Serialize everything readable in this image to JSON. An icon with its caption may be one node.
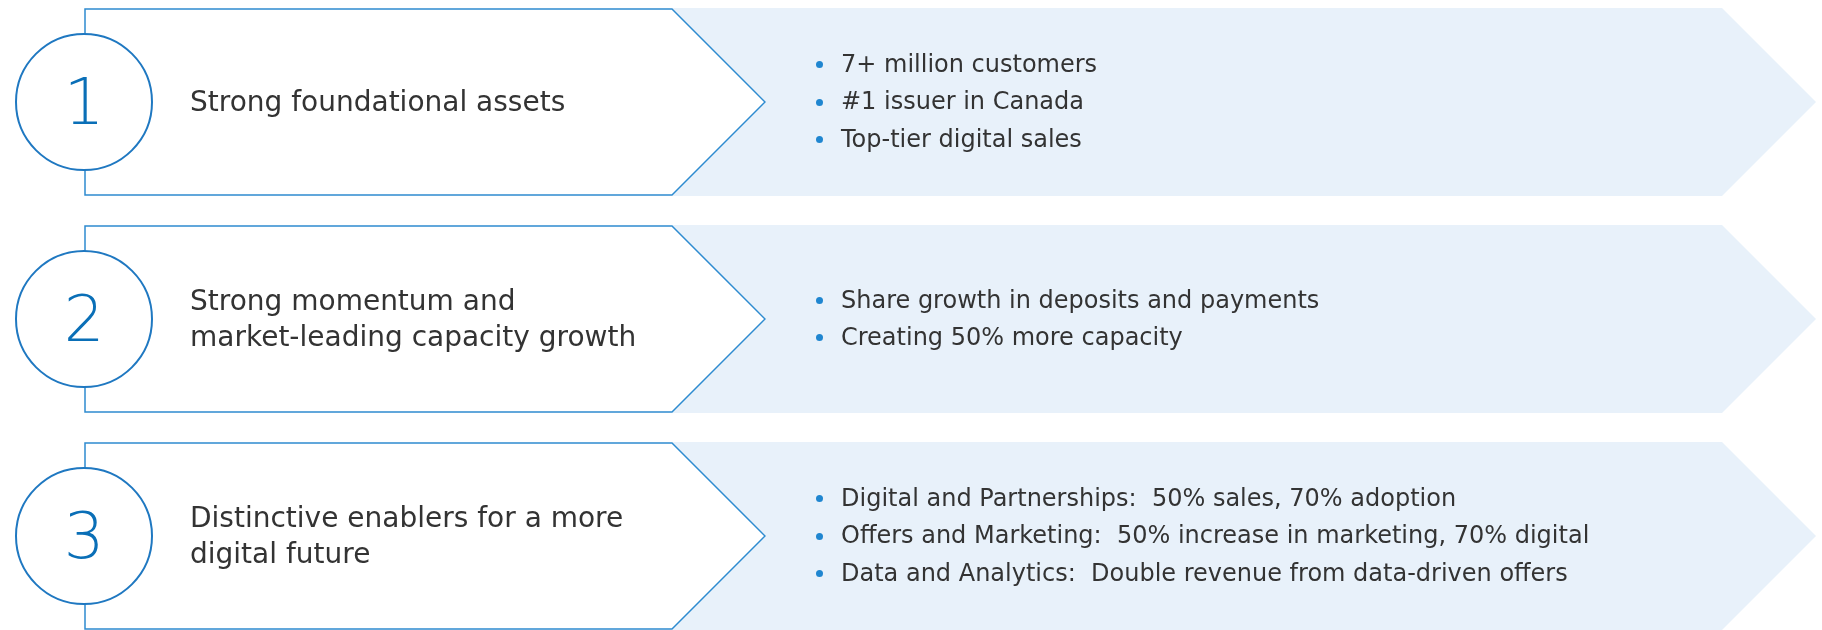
{
  "diagram": {
    "nodes": [
      {
        "text": [
          "1"
        ]
      },
      {
        "text": [
          "Strong foundational assets"
        ]
      },
      {
        "text": [
          "7+ million customers",
          "#1 issuer in Canada",
          "Top-tier digital sales"
        ]
      },
      {
        "text": [
          "2"
        ]
      },
      {
        "text": [
          "Strong momentum and market-leading capacity growth"
        ]
      },
      {
        "text": [
          "Share growth in deposits and payments",
          "Creating 50% more capacity"
        ]
      },
      {
        "text": [
          "3"
        ]
      },
      {
        "text": [
          "Distinctive enablers for a more digital future"
        ]
      },
      {
        "text": [
          "Digital and Partnerships:  50% sales, 70% adoption",
          "Offers and Marketing:  50% increase in marketing, 70% digital",
          "Data and Analytics:  Double revenue from data-driven offers"
        ]
      }
    ]
  }
}
